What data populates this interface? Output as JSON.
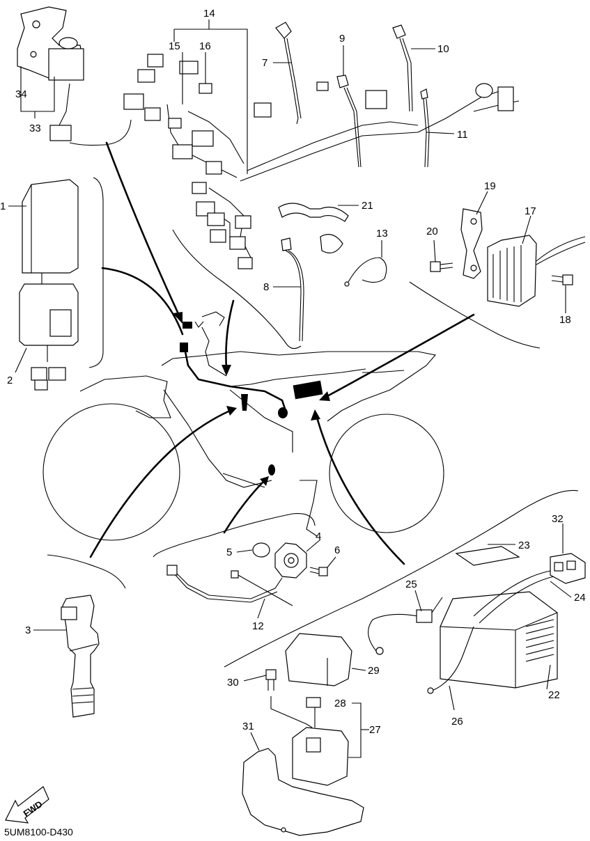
{
  "diagram_code": "5UM8100-D430",
  "fwd_label": "FWD",
  "callouts": {
    "c1": "1",
    "c2": "2",
    "c3": "3",
    "c4": "4",
    "c5": "5",
    "c6": "6",
    "c7": "7",
    "c8": "8",
    "c9": "9",
    "c10": "10",
    "c11": "11",
    "c12": "12",
    "c13": "13",
    "c14": "14",
    "c15": "15",
    "c16": "16",
    "c17": "17",
    "c18": "18",
    "c19": "19",
    "c20": "20",
    "c21": "21",
    "c22": "22",
    "c23": "23",
    "c24": "24",
    "c25": "25",
    "c26": "26",
    "c27": "27",
    "c28": "28",
    "c29": "29",
    "c30": "30",
    "c31": "31",
    "c32": "32",
    "c33": "33",
    "c34": "34"
  }
}
